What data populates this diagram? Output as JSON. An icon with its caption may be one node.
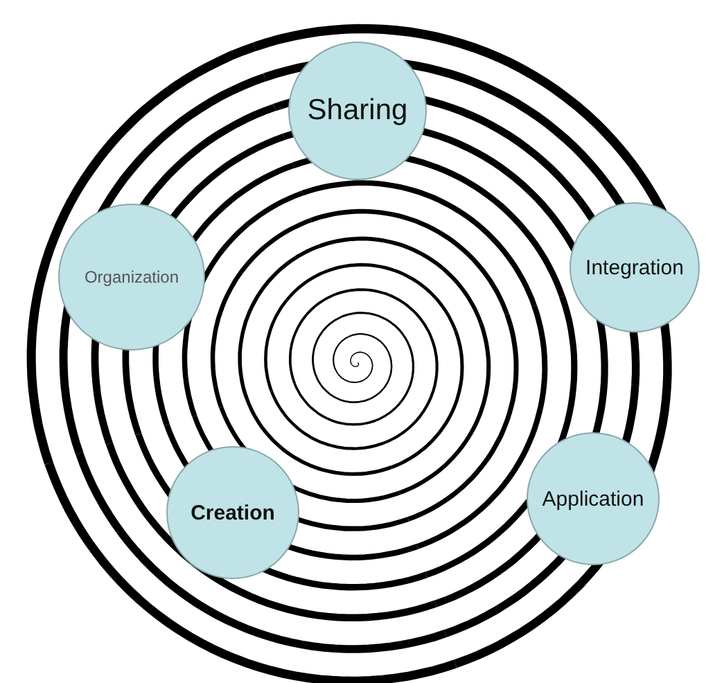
{
  "diagram": {
    "nodes": [
      {
        "text": [
          "Sharing"
        ]
      },
      {
        "text": [
          "Integration"
        ]
      },
      {
        "text": [
          "Application"
        ]
      },
      {
        "text": [
          "Creation"
        ]
      },
      {
        "text": [
          "Organization"
        ]
      }
    ]
  }
}
